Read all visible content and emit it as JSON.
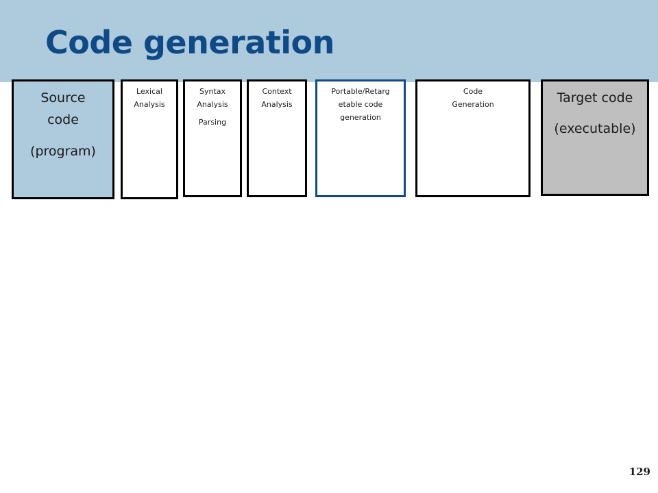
{
  "slide": {
    "title": "Code generation",
    "page_number": "129"
  },
  "stages": {
    "source": {
      "line1": "Source",
      "line2": "code",
      "line3": "(program)"
    },
    "lexical": {
      "line1": "Lexical",
      "line2": "Analysis"
    },
    "syntax": {
      "line1": "Syntax",
      "line2": "Analysis",
      "line3": "Parsing"
    },
    "context": {
      "line1": "Context",
      "line2": "Analysis"
    },
    "portable": {
      "line1": "Portable/Retarg",
      "line2": "etable code",
      "line3": "generation"
    },
    "codegen": {
      "line1": "Code",
      "line2": "Generation"
    },
    "target": {
      "line1": "Target code",
      "line2": "(executable)"
    }
  },
  "colors": {
    "title": "#0f4a86",
    "title_band": "#aecadd",
    "source_fill": "#aecadd",
    "target_fill": "#bfbfbf",
    "highlight_border": "#0f4a86"
  }
}
